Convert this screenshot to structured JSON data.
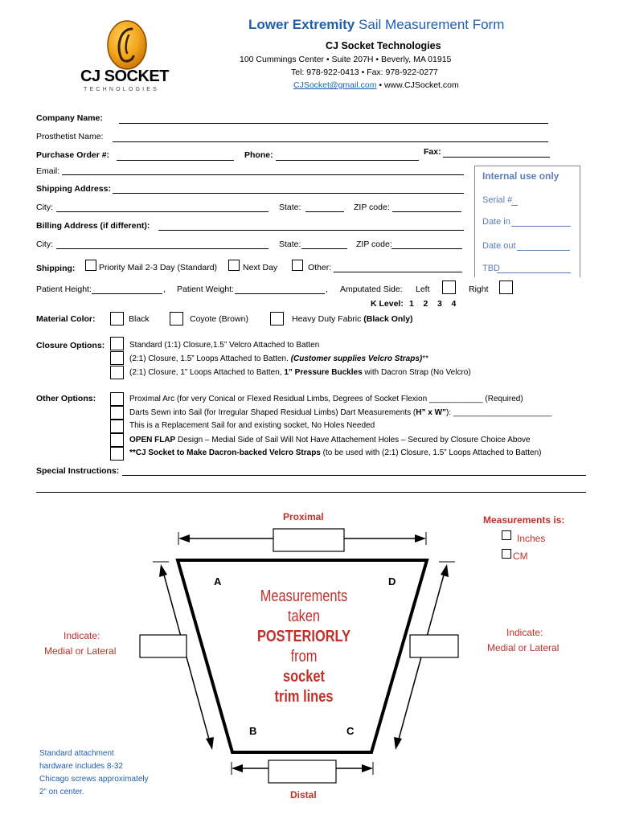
{
  "header": {
    "title_bold": "Lower Extremity",
    "title_rest": " Sail Measurement Form",
    "company": "CJ Socket Technologies",
    "address": "100 Cummings Center  •  Suite 207H  •  Beverly, MA 01915",
    "phone_fax": "Tel: 978-922-0413  •  Fax: 978-922-0277",
    "email": "CJSocket@gmail.com",
    "web": " • www.CJSocket.com"
  },
  "logo": {
    "name": "CJ SOCKET",
    "sub": "TECHNOLOGIES"
  },
  "fields": {
    "company_name": "Company Name:",
    "prosthetist": "Prosthetist Name:",
    "purchase_order": "Purchase Order #:",
    "phone": "Phone:",
    "fax": "Fax:",
    "email": "Email:",
    "shipping_address": "Shipping Address:",
    "city1": "City:",
    "state1": "State:",
    "zip1": "ZIP code:",
    "billing_address": "Billing Address (if different):",
    "city2": "City:",
    "state2": "State:",
    "zip2": "ZIP code:",
    "shipping": "Shipping:",
    "ship_priority": "Priority Mail 2-3 Day (Standard)",
    "ship_nextday": "Next Day",
    "ship_other": "Other:"
  },
  "internal": {
    "title": "Internal use only",
    "serial": "Serial #",
    "date_in": "Date in",
    "date_out": "Date out",
    "tbd": "TBD"
  },
  "patient": {
    "height": "Patient Height:",
    "weight": "Patient Weight:",
    "amputated_side": "Amputated Side:",
    "left": "Left",
    "right": "Right",
    "k_level": "K Level:",
    "k_values": "1    2    3    4"
  },
  "material": {
    "label": "Material Color:",
    "black": "Black",
    "coyote": "Coyote (Brown)",
    "heavy_duty": "Heavy Duty Fabric ",
    "heavy_duty_bold": "(Black Only)"
  },
  "closure": {
    "label": "Closure Options:",
    "opt1": "Standard (1:1) Closure,1.5” Velcro Attached to Batten",
    "opt2_a": "(2:1) Closure, 1.5” Loops Attached to Batten. ",
    "opt2_b": "(Customer supplies Velcro Straps)",
    "opt2_c": "**",
    "opt3_a": "(2:1) Closure, 1” Loops Attached to Batten, ",
    "opt3_b": "1” Pressure Buckles",
    "opt3_c": " with Dacron Strap (No Velcro)"
  },
  "other": {
    "label": "Other Options:",
    "opt1": "Proximal Arc (for very Conical or Flexed Residual Limbs, Degrees of Socket Flexion ____________ (Required)",
    "opt2_a": "Darts Sewn into Sail (for Irregular Shaped Residual Limbs) Dart Measurements (",
    "opt2_b": "H” x W”",
    "opt2_c": "): ______________________",
    "opt3": "This is a Replacement Sail for and existing socket, No Holes Needed",
    "opt4_a": "OPEN FLAP",
    "opt4_b": " Design – Medial Side of Sail Will Not Have Attachement Holes – Secured by Closure Choice Above",
    "opt5_a": "**CJ Socket to Make Dacron-backed Velcro Straps",
    "opt5_b": " (to be used with (2:1) Closure, 1.5” Loops Attached to Batten)"
  },
  "special": "Special Instructions:",
  "diagram": {
    "proximal": "Proximal",
    "distal": "Distal",
    "corner_a": "A",
    "corner_b": "B",
    "corner_c": "C",
    "corner_d": "D",
    "center1": "Measurements",
    "center2": "taken",
    "center3": "POSTERIORLY",
    "center4": "from",
    "center5": "socket",
    "center6": "trim lines",
    "indicate_left_1": "Indicate:",
    "indicate_left_2": "Medial or Lateral",
    "indicate_right_1": "Indicate:",
    "indicate_right_2": "Medial or  Lateral",
    "measurements_is": "Measurements is:",
    "inches": "Inches",
    "cm": "CM",
    "note1": "Standard attachment",
    "note2": "hardware includes 8-32",
    "note3": "Chicago screws approximately",
    "note4": "2” on center."
  },
  "colors": {
    "blue": "#1f5fae",
    "red": "#c0302b",
    "orange": "#f2a21b"
  }
}
